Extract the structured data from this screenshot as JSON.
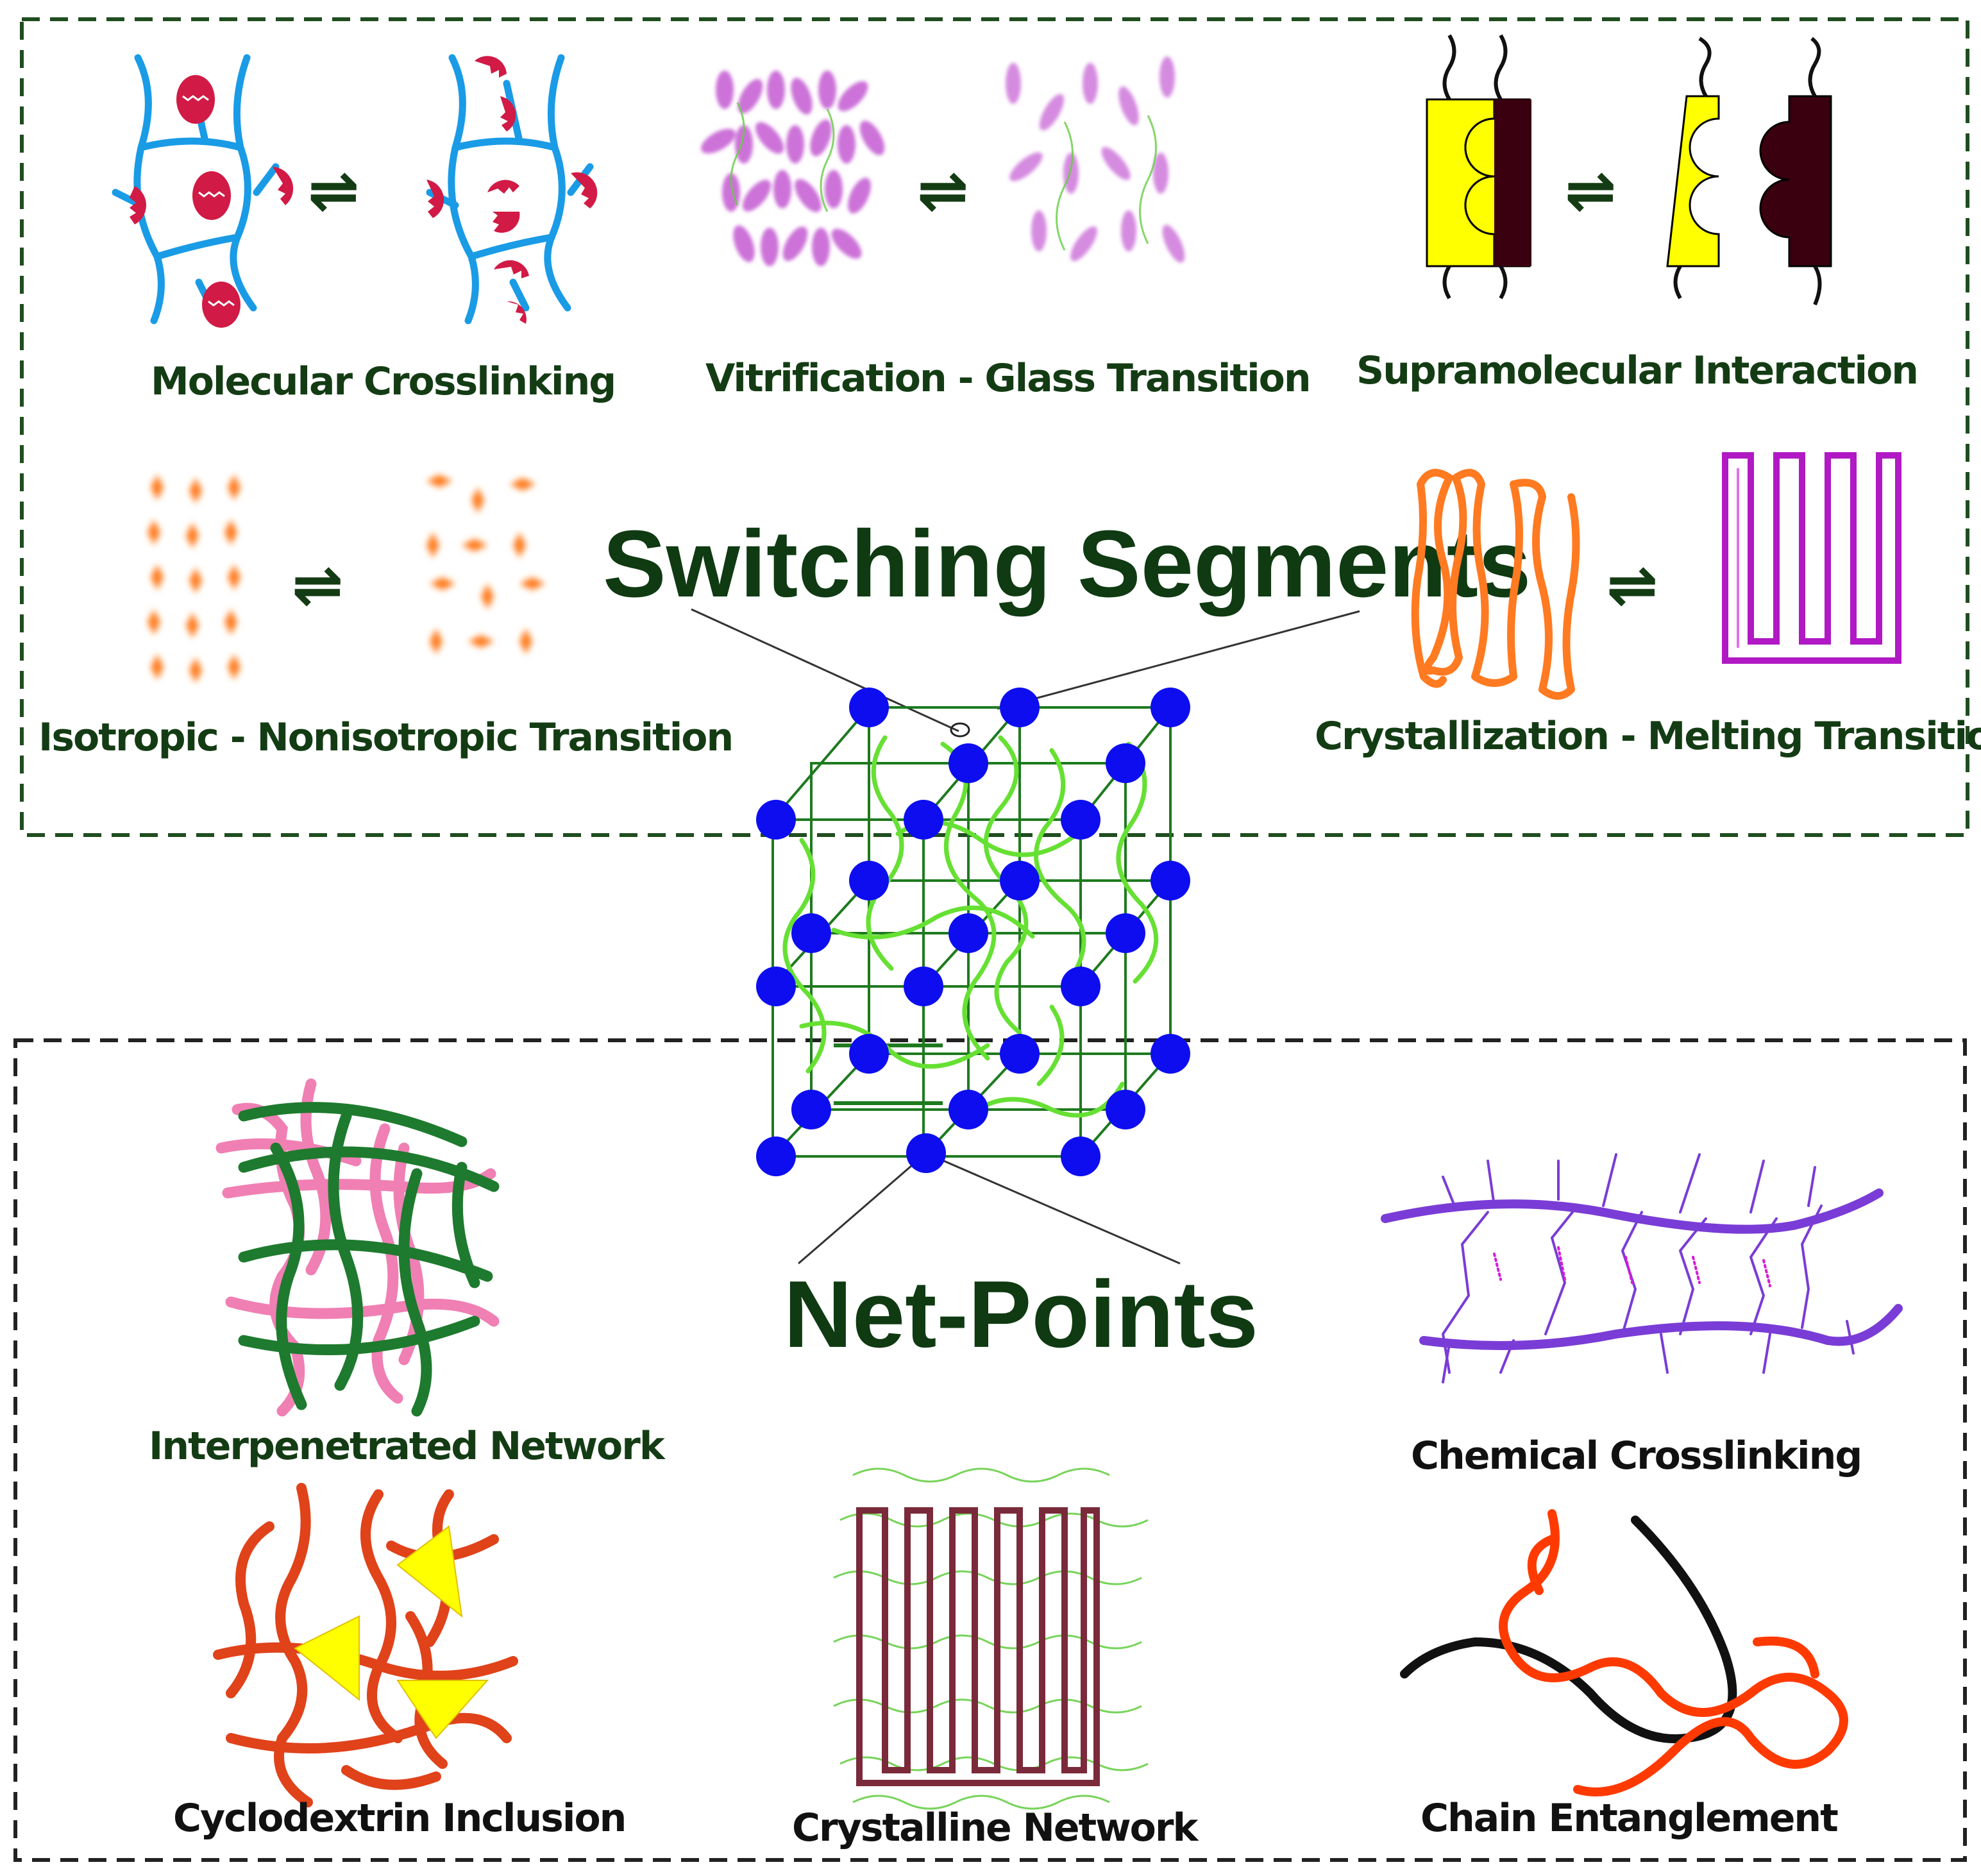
{
  "labels": {
    "molecular_crosslinking": "Molecular Crosslinking",
    "vitrification": "Vitrification - Glass Transition",
    "supramolecular": "Supramolecular Interaction",
    "isotropic": "Isotropic - Nonisotropic Transition",
    "crystallization": "Crystallization - Melting Transition",
    "switching_segments": "Switching Segments",
    "net_points": "Net-Points",
    "interpenetrated": "Interpenetrated Network",
    "chemical_crosslinking": "Chemical Crosslinking",
    "cyclodextrin": "Cyclodextrin Inclusion",
    "crystalline_network": "Crystalline Network",
    "chain_entanglement": "Chain Entanglement"
  },
  "equilibrium_symbol": "⇌",
  "colors": {
    "top_frame": "#1f4d1f",
    "bottom_frame": "#222222",
    "switching_label": "#0f3a12",
    "label_text": "#143c14",
    "node_blue": "#0d0df0",
    "lattice_green": "#1e7a1e",
    "chain_lightgreen": "#66e033",
    "crosslink_blue": "#1a9be6",
    "crosslink_red": "#d11a45",
    "vitrification_purple": "#c45ad2",
    "supra_yellow": "#ffff00",
    "supra_darkred": "#3a0010",
    "isotropic_orange": "#ff7a1a",
    "melt_orange": "#ff7a20",
    "crystal_magenta": "#b019c4",
    "ipn_pink": "#f07fb4",
    "ipn_green": "#1e7a2e",
    "chemical_purple": "#7a3cd6",
    "cyclodextrin_red": "#e0421a",
    "crystalline_brown": "#7a2a3a",
    "entangle_red": "#ff3a00",
    "entangle_black": "#111111"
  }
}
